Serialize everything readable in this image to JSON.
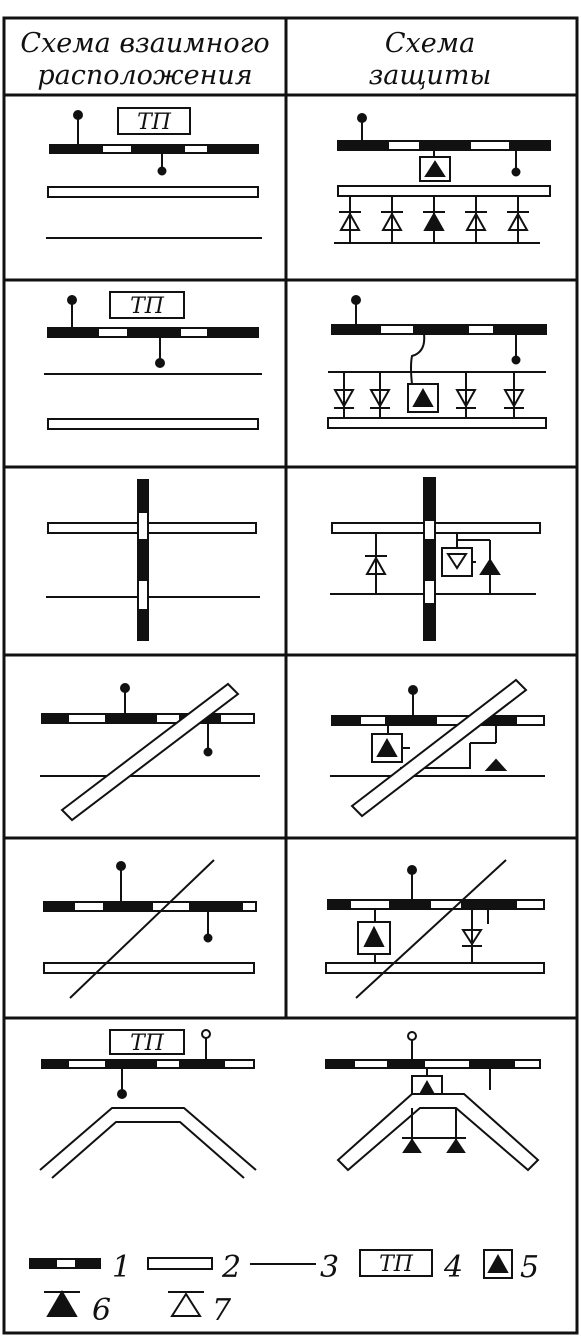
{
  "header": {
    "left": {
      "line1": "Схема взаимного",
      "line2": "расположения"
    },
    "right": {
      "line1": "Схема",
      "line2": "защиты"
    }
  },
  "tp_label": "ТП",
  "legend": {
    "n1": "1",
    "n2": "2",
    "n3": "3",
    "n4": "4",
    "n5": "5",
    "n6": "6",
    "n7": "7"
  },
  "colors": {
    "ink": "#111111",
    "paper": "#ffffff"
  }
}
